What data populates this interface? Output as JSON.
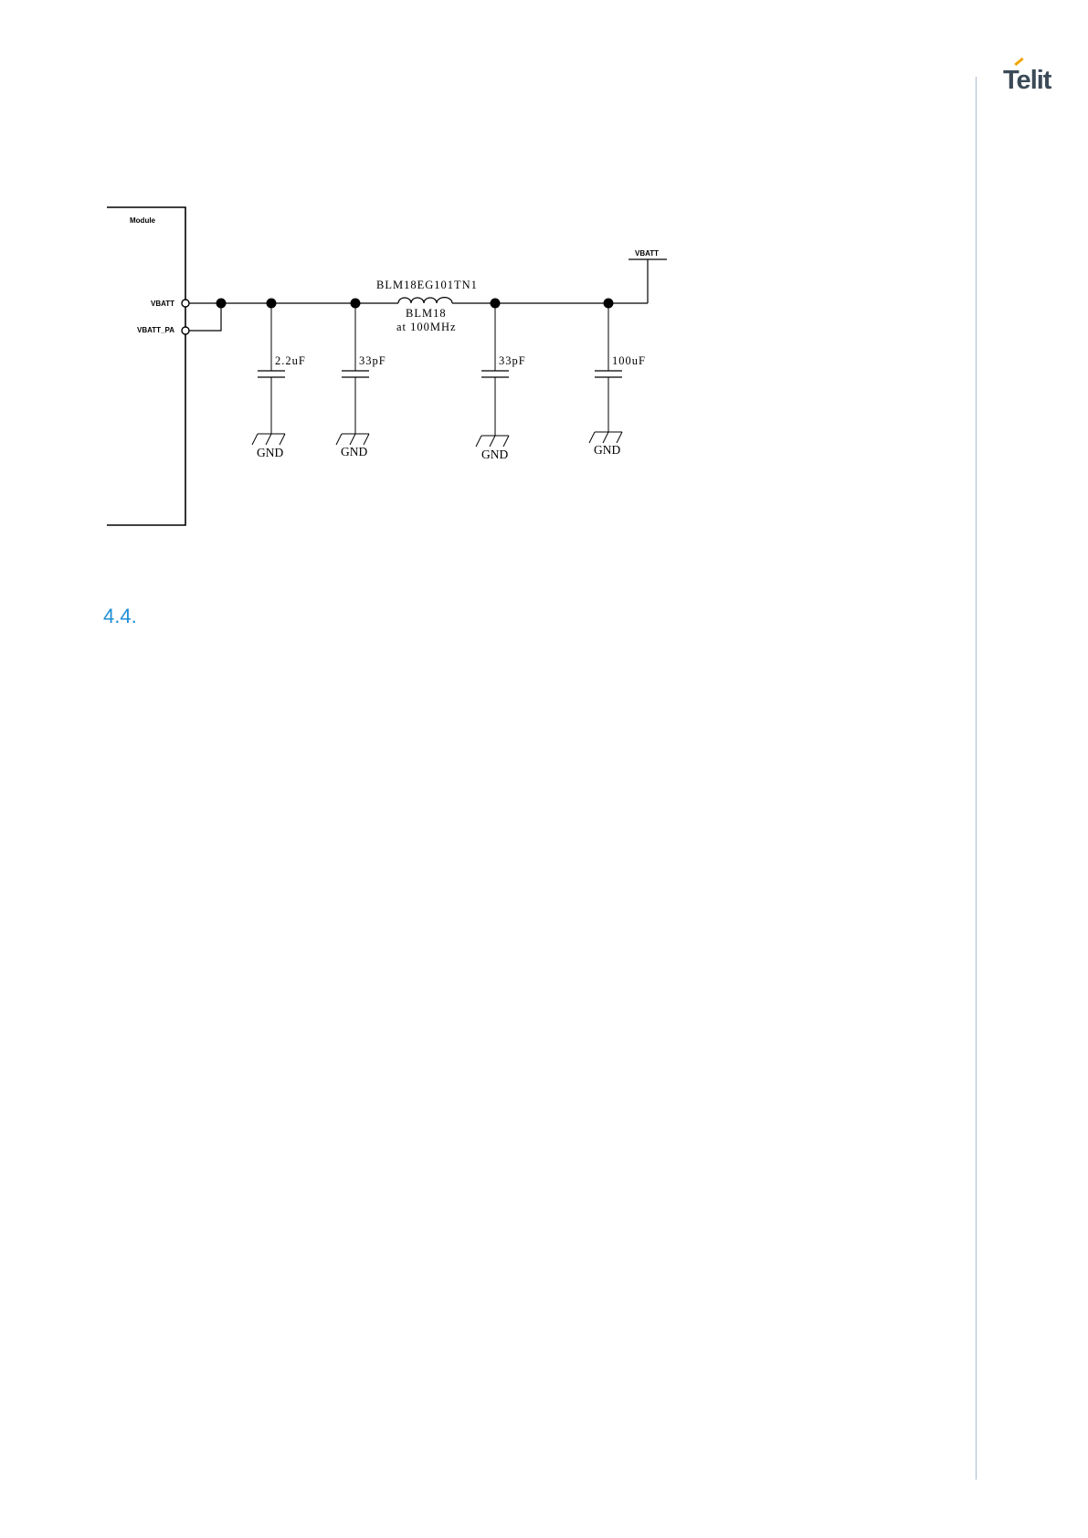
{
  "header": {
    "logo_text": "Telit",
    "brand_color": "#3c4a56",
    "accent_color": "#f0a500"
  },
  "schematic": {
    "module_label": "Module",
    "pin_vbatt": "VBATT",
    "pin_vbatt_pa": "VBATT_PA",
    "vbatt_net": "VBATT",
    "ferrite_part": "BLM18EG101TN1",
    "ferrite_series": "BLM18",
    "ferrite_freq": "at 100MHz",
    "capacitors": [
      "2.2uF",
      "33pF",
      "33pF",
      "100uF"
    ],
    "ground_labels": [
      "GND",
      "GND",
      "GND",
      "GND"
    ]
  },
  "section": {
    "number": "4.4.",
    "color": "#1f8fd6"
  }
}
